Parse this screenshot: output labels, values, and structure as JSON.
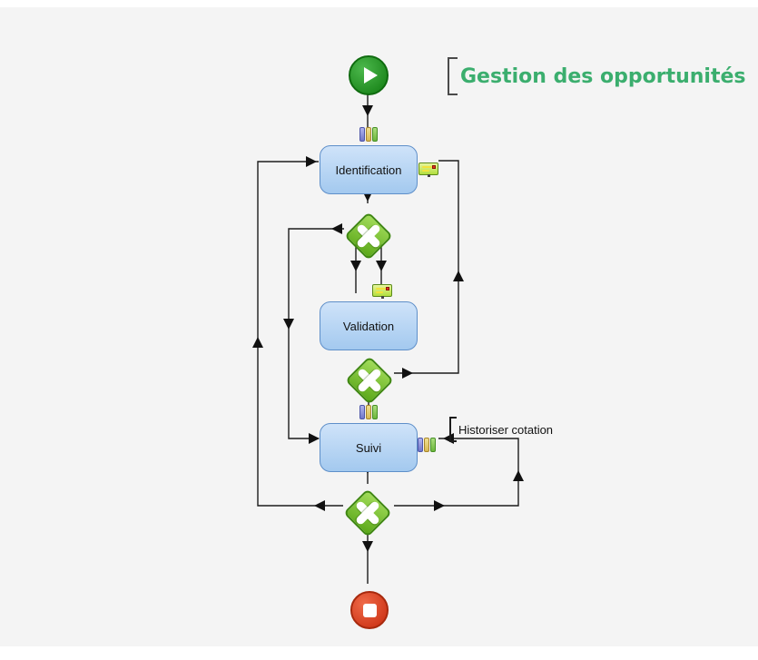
{
  "title": {
    "text": "Gestion des opportunités",
    "color": "#3bae6e"
  },
  "diagram": {
    "tasks": [
      {
        "label": "Identification"
      },
      {
        "label": "Validation"
      },
      {
        "label": "Suivi"
      }
    ],
    "annotation": {
      "text": "Historiser cotation"
    },
    "events": {
      "start": "start-event",
      "end": "end-event"
    },
    "gateways": [
      "exclusive-gateway-1",
      "exclusive-gateway-2",
      "exclusive-gateway-3"
    ],
    "icons": {
      "start": "play-icon",
      "end": "stop-icon",
      "gateway": "x-cross-icon",
      "archive": "archive-books-icon",
      "message": "message-note-icon"
    },
    "colors": {
      "title_green": "#3bae6e",
      "task_fill": "#a9cdf1",
      "task_border": "#5e8fc9",
      "gateway_green": "#76c02f",
      "start_green": "#2f9e2f",
      "end_red": "#dd4527",
      "connector": "#1c1c1c",
      "canvas_bg": "#f4f4f4"
    }
  }
}
